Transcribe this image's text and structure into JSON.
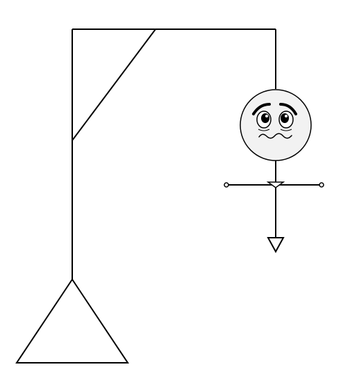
{
  "colors": {
    "background": "#ffffff",
    "stroke": "#000000",
    "face_fill": "#f2f2f2"
  },
  "game": {
    "parts_drawn": [
      "base",
      "pole",
      "beam",
      "brace",
      "rope",
      "head",
      "torso",
      "arms",
      "leg"
    ],
    "face_expression": "worried-face"
  }
}
